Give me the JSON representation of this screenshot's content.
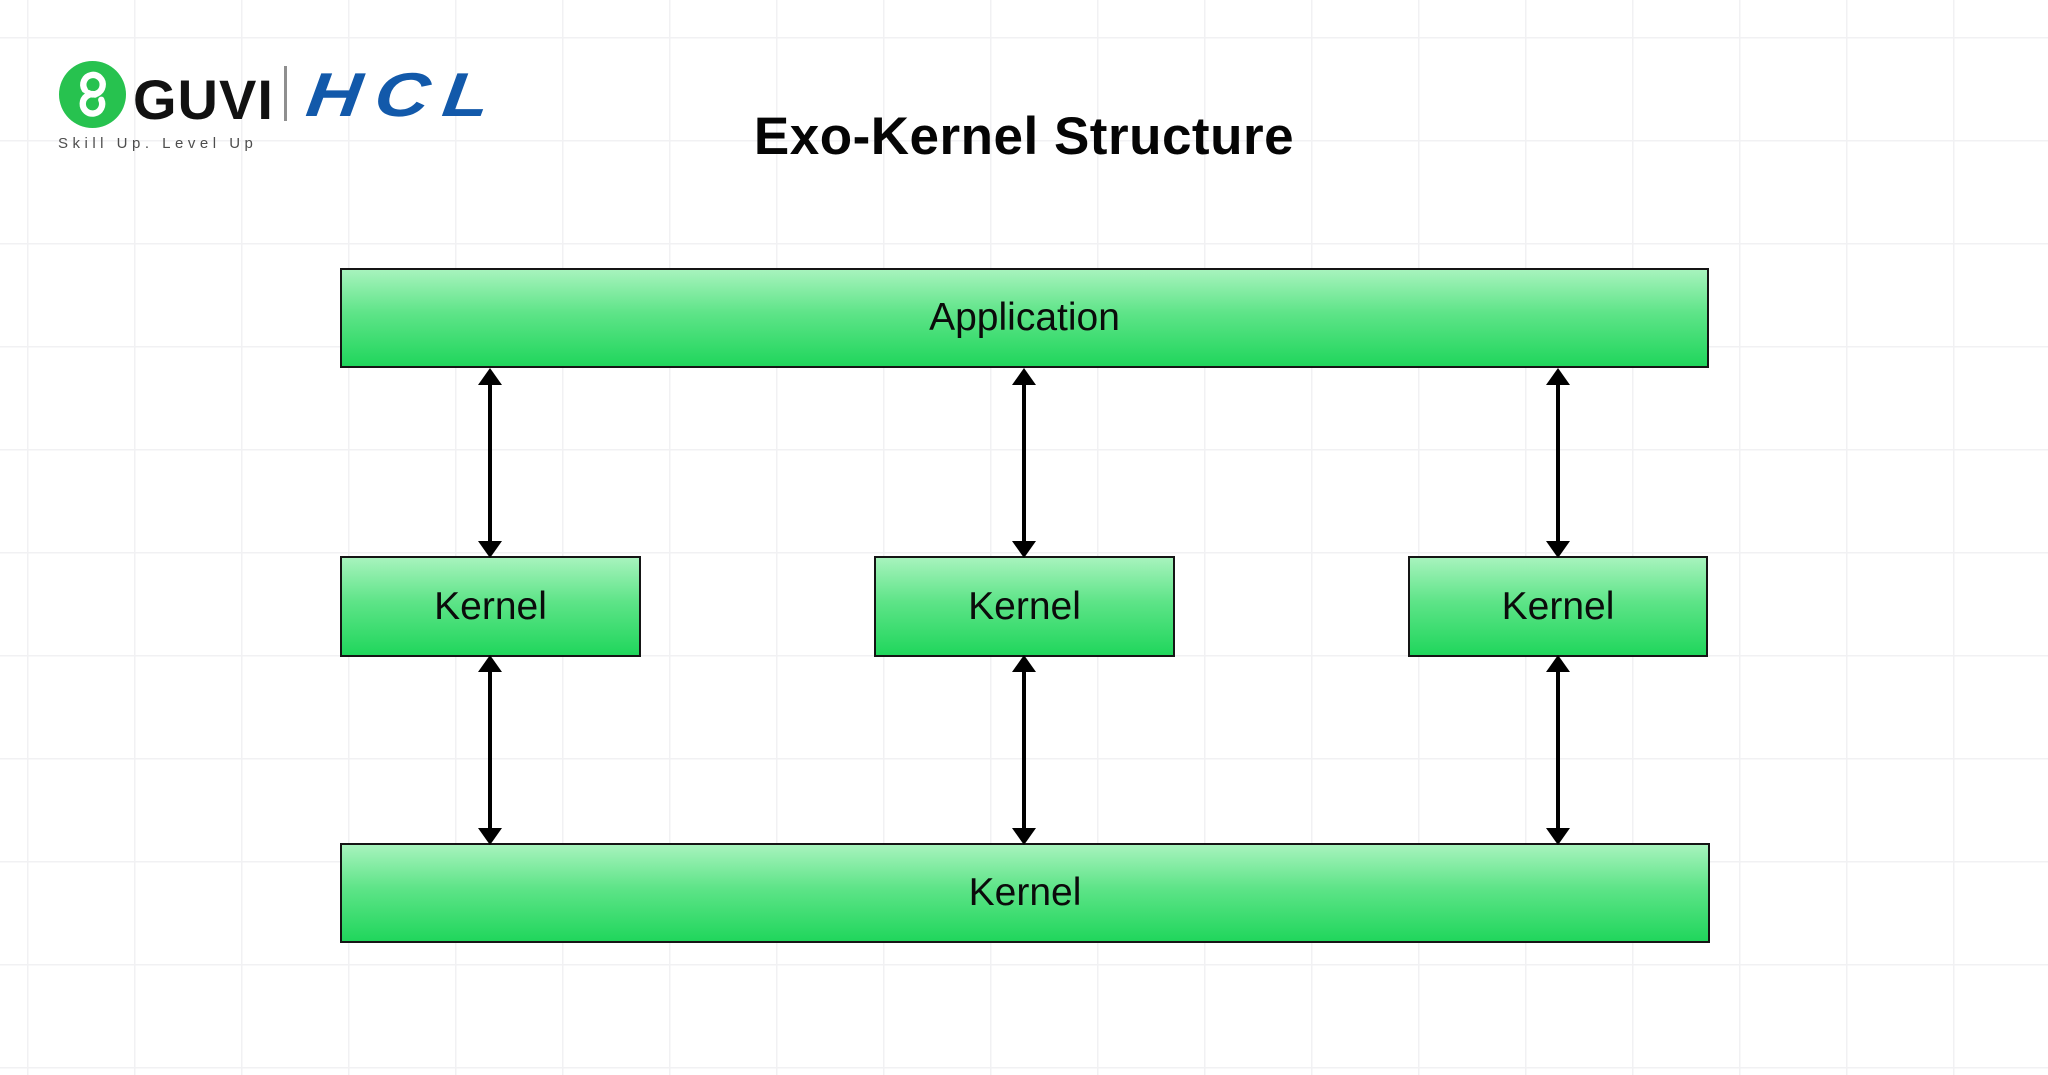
{
  "brand": {
    "guvi_text": "GUVI",
    "partner_text": "HCL",
    "tagline": "Skill Up. Level Up",
    "logo_circle_color": "#27c24f",
    "partner_color": "#1259aa"
  },
  "page": {
    "title": "Exo-Kernel Structure"
  },
  "diagram": {
    "application_box": {
      "label": "Application"
    },
    "kernels": [
      {
        "label": "Kernel"
      },
      {
        "label": "Kernel"
      },
      {
        "label": "Kernel"
      }
    ],
    "base_box": {
      "label": "Kernel"
    },
    "box_fill_top": "#a7f3bd",
    "box_fill_bottom": "#20d65c",
    "box_border_color": "#151515",
    "arrow_color": "#000000",
    "grid_line_color": "#f1f1f3"
  }
}
